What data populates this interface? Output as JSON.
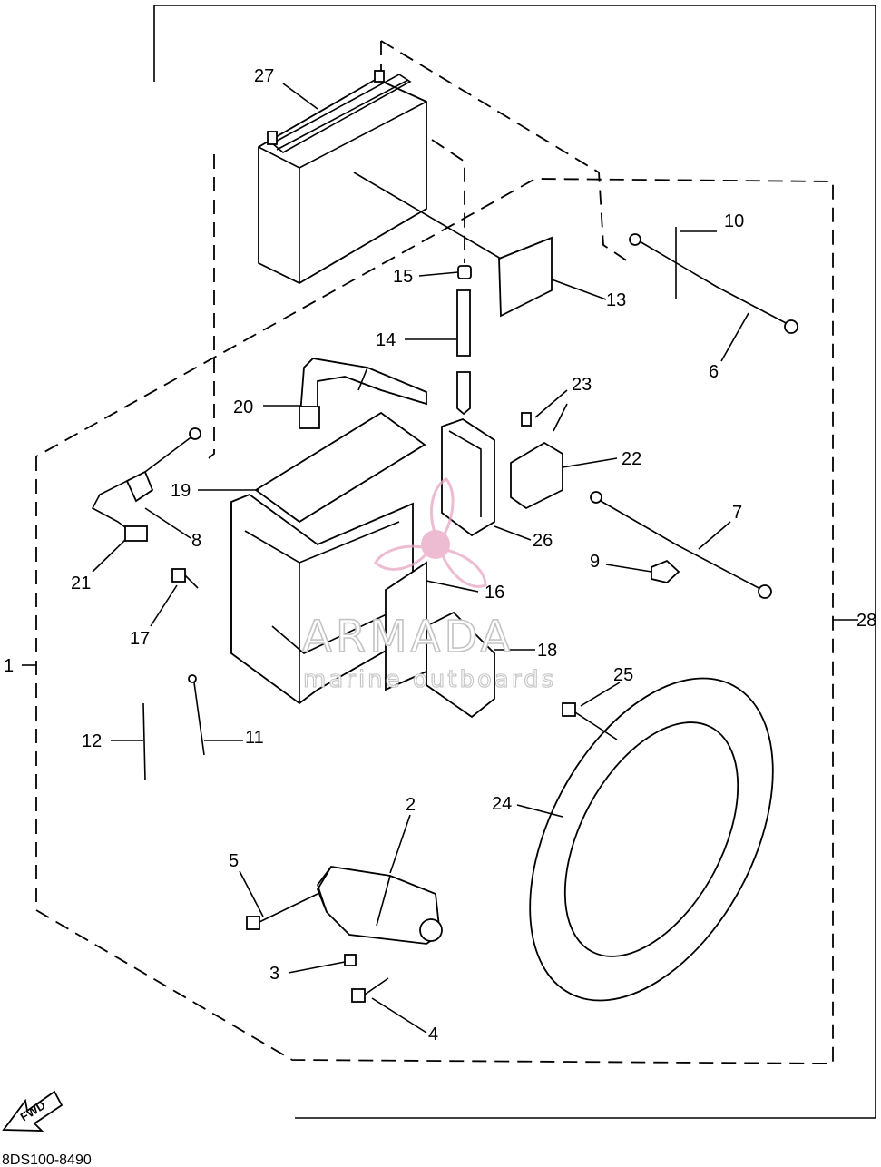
{
  "diagram": {
    "callouts": [
      "1",
      "2",
      "3",
      "4",
      "5",
      "6",
      "7",
      "8",
      "9",
      "10",
      "11",
      "12",
      "13",
      "14",
      "15",
      "16",
      "17",
      "18",
      "19",
      "20",
      "21",
      "22",
      "23",
      "24",
      "25",
      "26",
      "27",
      "28"
    ],
    "watermark": {
      "brand": "ARMADA",
      "tagline": "marine outboards",
      "logo_color": "#e8a5c4"
    },
    "fwd_label": "FWD",
    "drawing_code": "8DS100-8490"
  }
}
